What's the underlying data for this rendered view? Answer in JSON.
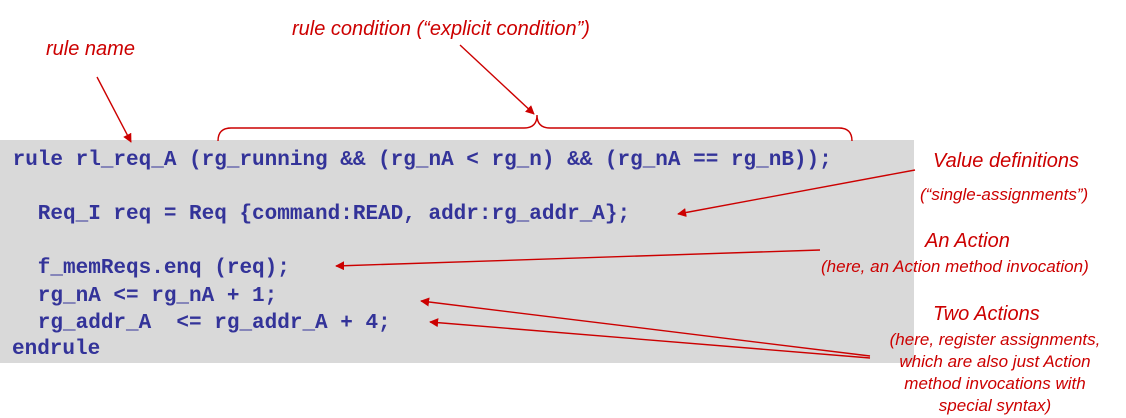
{
  "code": {
    "lines": [
      " rule rl_req_A (rg_running && (rg_nA < rg_n) && (rg_nA == rg_nB));",
      "   Req_I req = Req {command:READ, addr:rg_addr_A};",
      "   f_memReqs.enq (req);",
      "   rg_nA <= rg_nA + 1;",
      "   rg_addr_A  <= rg_addr_A + 4;",
      "endrule"
    ]
  },
  "annotations": {
    "rule_name": "rule name",
    "rule_condition": "rule condition (“explicit condition”)",
    "value_definitions": "Value definitions",
    "value_definitions_sub": "(“single-assignments”)",
    "an_action": "An Action",
    "an_action_sub": "(here, an Action method invocation)",
    "two_actions": "Two Actions",
    "two_actions_sub_1": "(here, register assignments,",
    "two_actions_sub_2": "which are also just Action",
    "two_actions_sub_3": "method invocations with",
    "two_actions_sub_4": "special syntax)"
  },
  "colors": {
    "code_text": "#333399",
    "annotation": "#cc0000",
    "code_background": "#d9d9d9"
  }
}
